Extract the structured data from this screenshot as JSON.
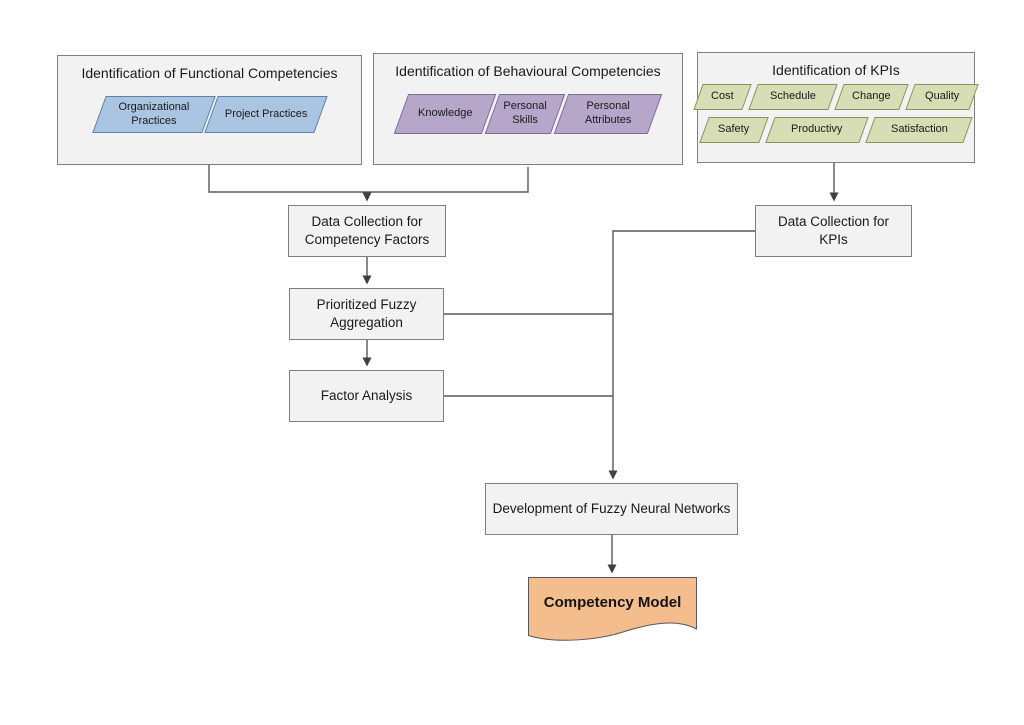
{
  "diagram": {
    "groups": {
      "functional": {
        "title": "Identification of Functional Competencies",
        "items": [
          "Organizational Practices",
          "Project Practices"
        ]
      },
      "behavioural": {
        "title": "Identification of Behavioural Competencies",
        "items": [
          "Knowledge",
          "Personal Skills",
          "Personal Attributes"
        ]
      },
      "kpis": {
        "title": "Identification of KPIs",
        "rows": [
          [
            "Cost",
            "Schedule",
            "Change",
            "Quality"
          ],
          [
            "Safety",
            "Productivy",
            "Satisfaction"
          ]
        ]
      }
    },
    "nodes": {
      "data_collection_competency": "Data Collection for Competency Factors",
      "data_collection_kpis": "Data Collection for KPIs",
      "prioritized_fuzzy_aggregation": "Prioritized Fuzzy Aggregation",
      "factor_analysis": "Factor Analysis",
      "development_fnn": "Development of Fuzzy Neural Networks",
      "competency_model": "Competency Model"
    },
    "colors": {
      "group_fill": "#f2f2f2",
      "group_border": "#7f7f7f",
      "functional_fill": "#aac5e2",
      "functional_border": "#5f7fa6",
      "behavioural_fill": "#b5a6ca",
      "behavioural_border": "#7e6c9b",
      "kpi_fill": "#d7ddb5",
      "kpi_border": "#87925f",
      "model_fill": "#f4bd8d",
      "connector": "#595959"
    }
  }
}
